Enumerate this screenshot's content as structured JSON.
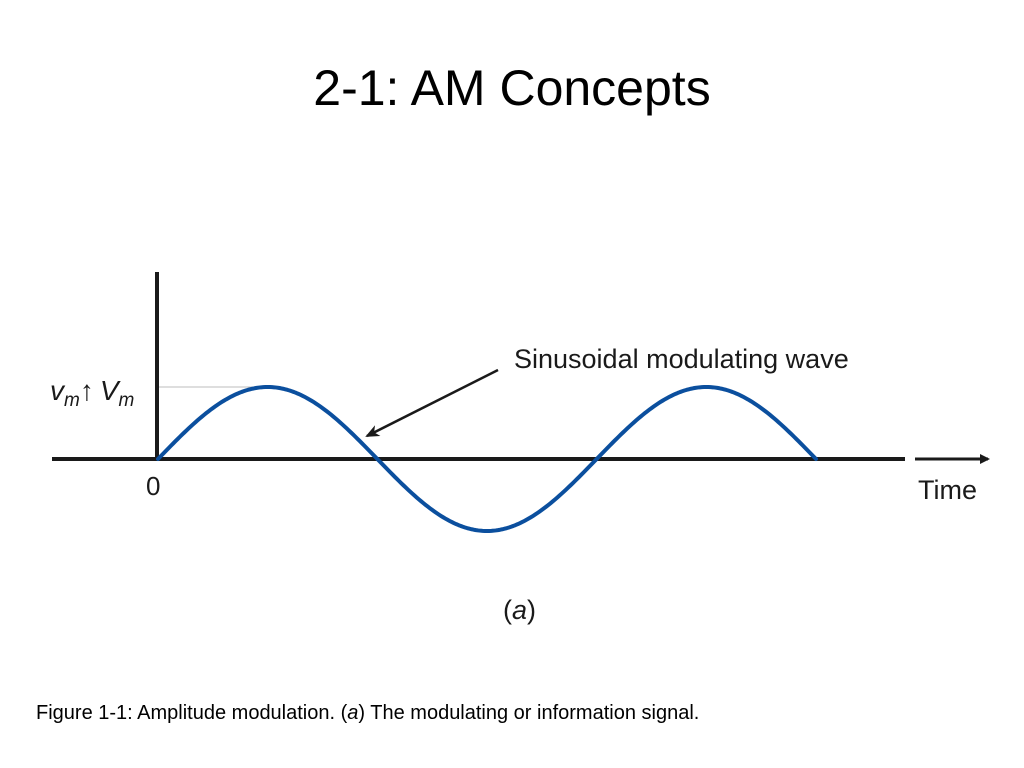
{
  "slide": {
    "title": "2-1: AM Concepts"
  },
  "figure": {
    "annotation": "Sinusoidal modulating wave",
    "y_axis_label_lower": "v",
    "y_axis_label_sub": "m",
    "y_axis_arrow": "↑",
    "y_amplitude_label": "V",
    "y_amplitude_sub": "m",
    "origin_label": "0",
    "x_axis_label": "Time",
    "panel_label_open": "(",
    "panel_label_letter": "a",
    "panel_label_close": ")",
    "wave_color": "#0b4f9e",
    "axis_color": "#1a1a1a",
    "wave_cycles": 1.5
  },
  "caption": {
    "prefix": "Figure 1-1: Amplitude modulation. (",
    "italic": "a",
    "suffix": ") The modulating or information signal."
  }
}
